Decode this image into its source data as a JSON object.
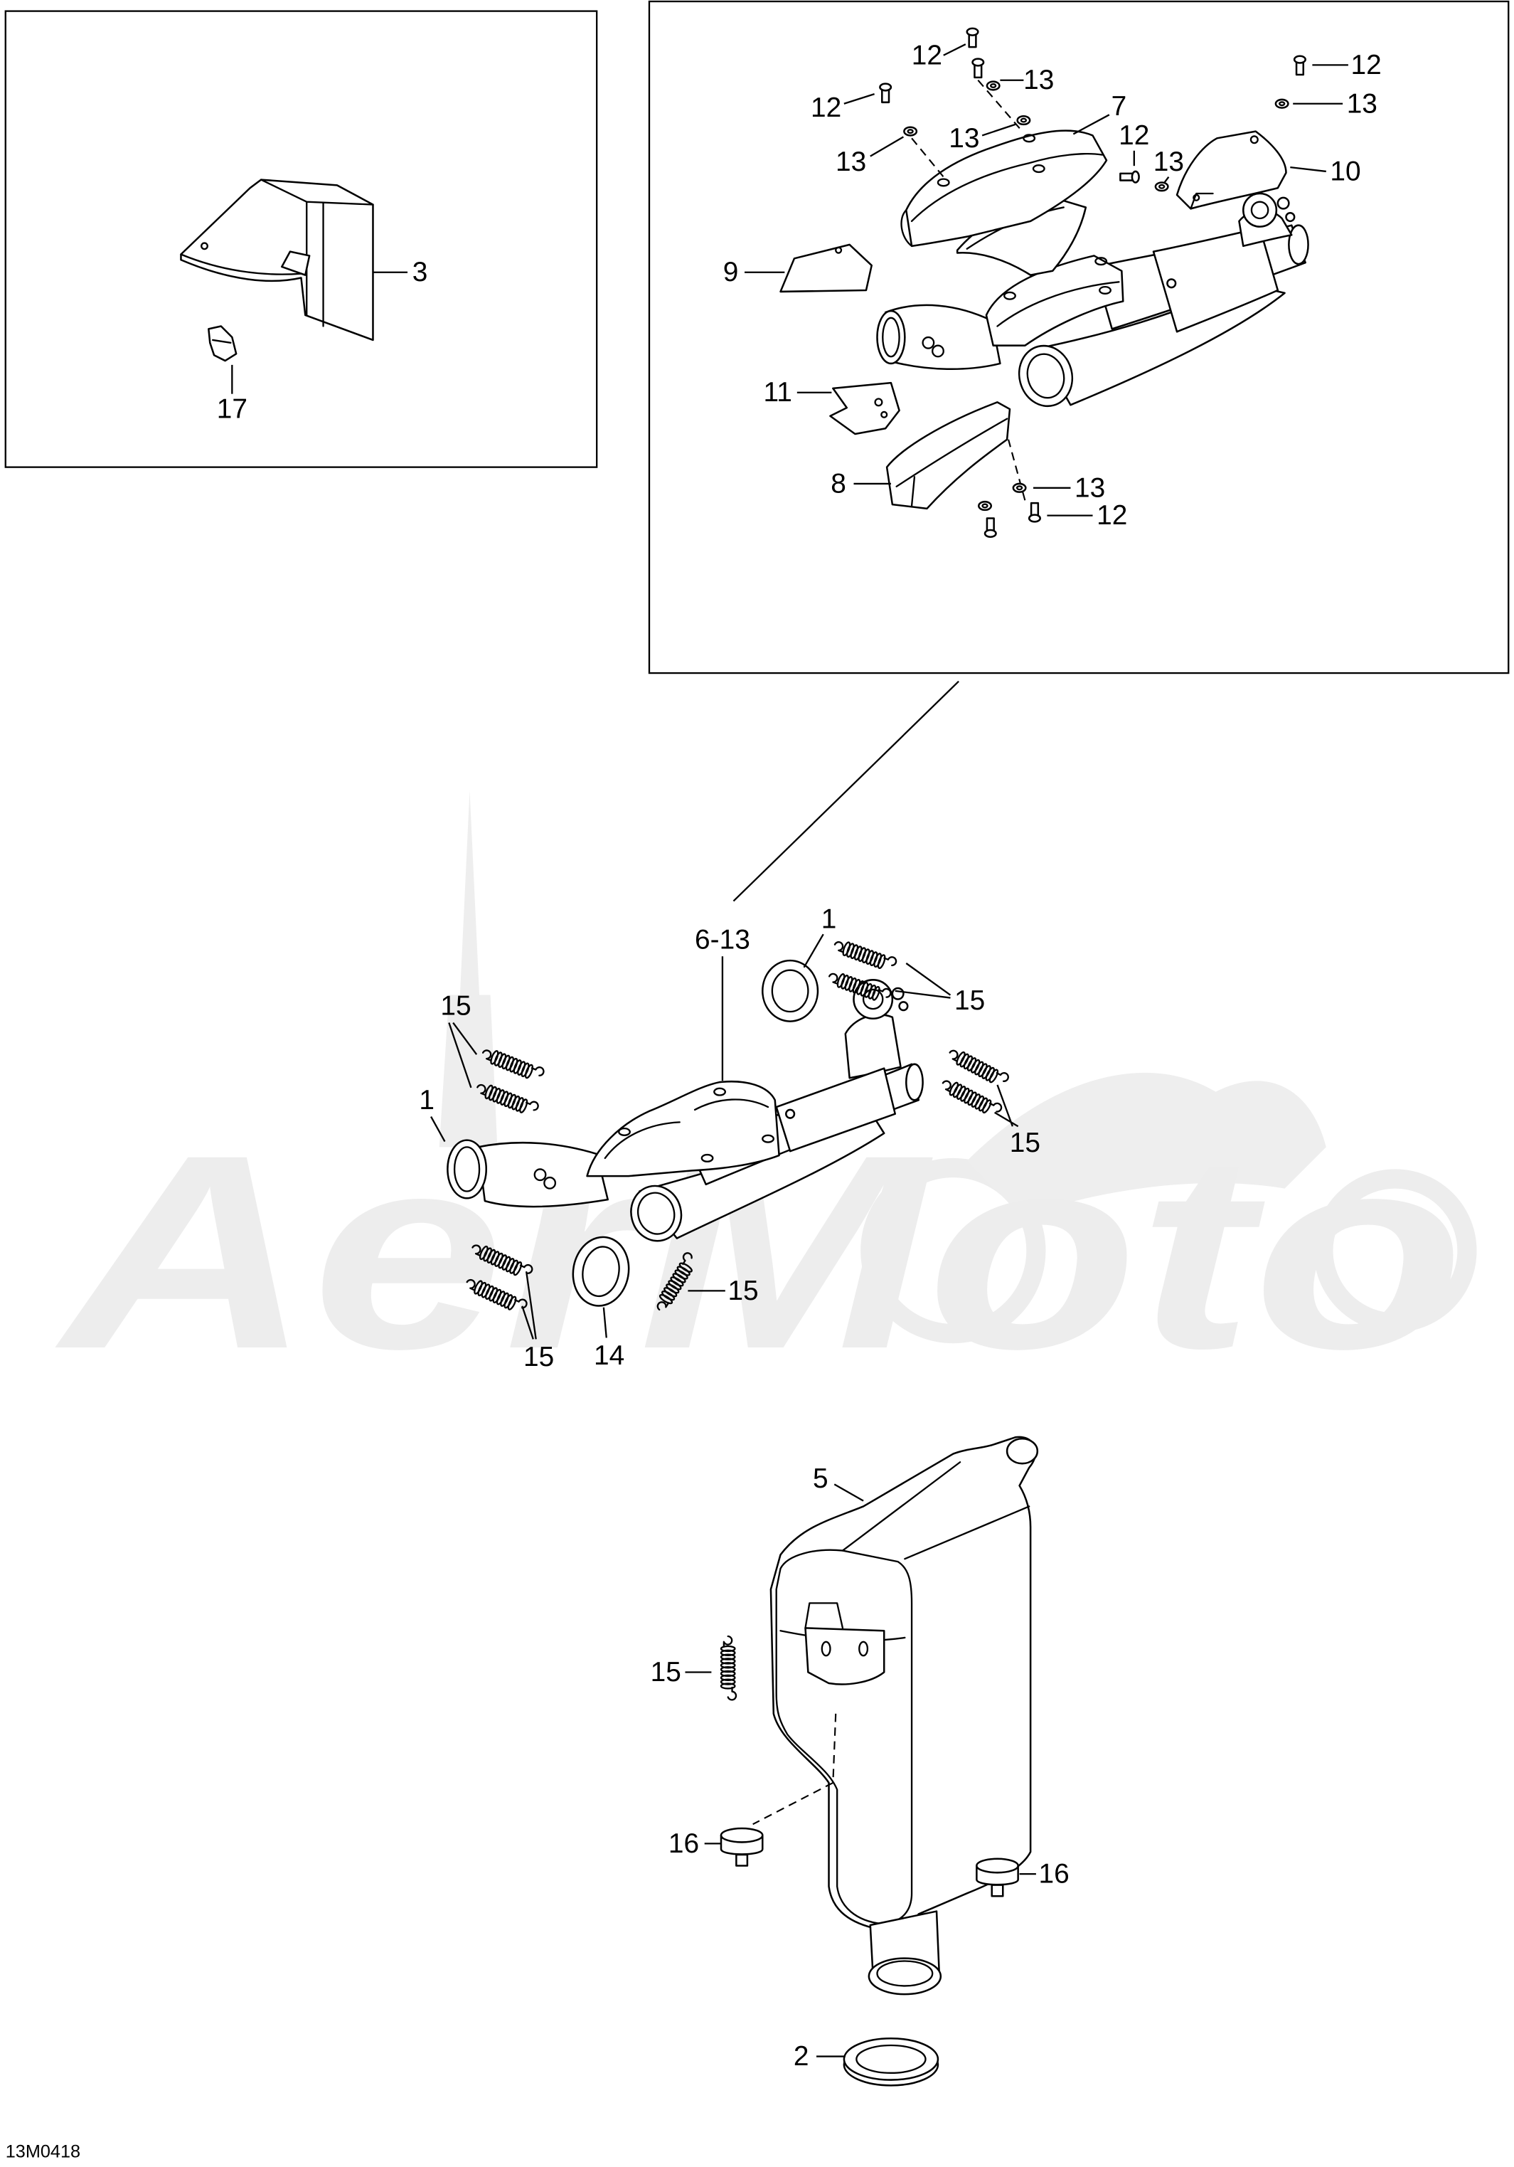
{
  "diagram_code": "13M0418",
  "watermark": "AerMoto",
  "callouts": {
    "inset_left": [
      "3",
      "17"
    ],
    "inset_right": [
      "12",
      "13",
      "12",
      "13",
      "13",
      "7",
      "12",
      "13",
      "12",
      "13",
      "10",
      "9",
      "11",
      "8",
      "13",
      "12"
    ],
    "assembly": [
      "6-13",
      "1",
      "15",
      "15",
      "1",
      "15",
      "15",
      "15",
      "14"
    ],
    "muffler": [
      "5",
      "15",
      "16",
      "16",
      "2"
    ]
  }
}
